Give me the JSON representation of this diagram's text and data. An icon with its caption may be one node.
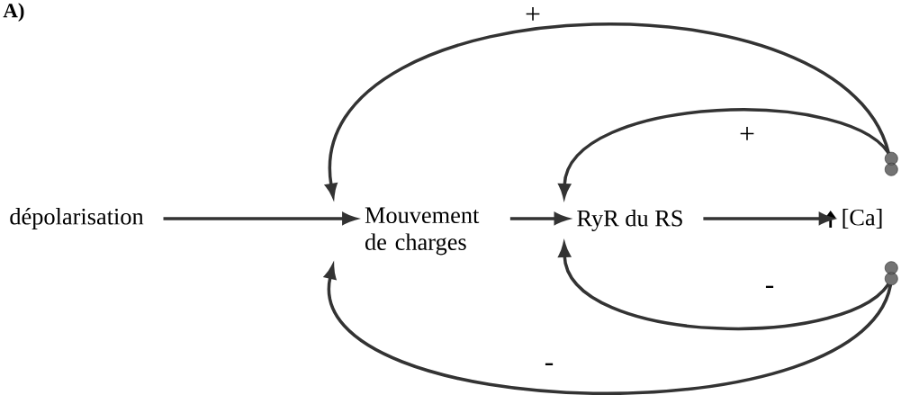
{
  "diagram": {
    "title": "A)",
    "nodes": [
      {
        "text": [
          "dépolarisation"
        ]
      },
      {
        "text": [
          "Mouvement de charges"
        ]
      },
      {
        "text": [
          "RyR du RS"
        ]
      },
      {
        "text": [
          "[Ca]"
        ]
      }
    ],
    "edges": [
      {
        "from": 0,
        "to": 1,
        "arrow": "to"
      },
      {
        "from": 1,
        "to": 2,
        "arrow": "to"
      },
      {
        "from": 2,
        "to": 3,
        "arrow": "to"
      },
      {
        "from": 3,
        "to": 1,
        "arrow": "to",
        "label": "+"
      },
      {
        "from": 3,
        "to": 2,
        "arrow": "to",
        "label": "+"
      },
      {
        "from": 3,
        "to": 2,
        "arrow": "to",
        "label": "-"
      },
      {
        "from": 3,
        "to": 1,
        "arrow": "to",
        "label": "-"
      }
    ]
  }
}
